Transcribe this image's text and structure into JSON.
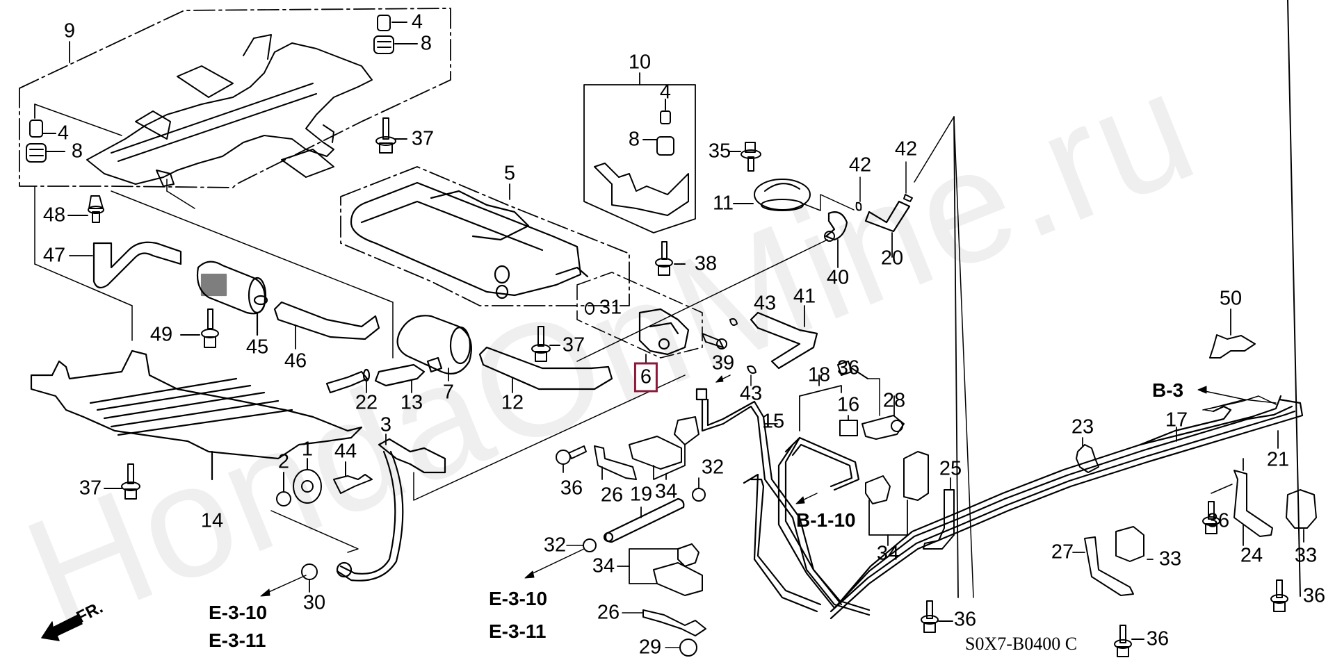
{
  "diagram": {
    "title": "Fuel / Evaporative Emission Canister Parts Diagram",
    "diagram_code": "S0X7-B0400 C",
    "watermark": "HondaOnMine.ru",
    "highlight_color": "#8b1a3a",
    "highlighted_part": "6",
    "front_indicator": "FR.",
    "part_labels": [
      {
        "id": "9",
        "text": "9"
      },
      {
        "id": "4a",
        "text": "4"
      },
      {
        "id": "8a",
        "text": "8"
      },
      {
        "id": "4b",
        "text": "4"
      },
      {
        "id": "8b",
        "text": "8"
      },
      {
        "id": "37a",
        "text": "37"
      },
      {
        "id": "48",
        "text": "48"
      },
      {
        "id": "47",
        "text": "47"
      },
      {
        "id": "49",
        "text": "49"
      },
      {
        "id": "45",
        "text": "45"
      },
      {
        "id": "46",
        "text": "46"
      },
      {
        "id": "5",
        "text": "5"
      },
      {
        "id": "10",
        "text": "10"
      },
      {
        "id": "4c",
        "text": "4"
      },
      {
        "id": "8c",
        "text": "8"
      },
      {
        "id": "35",
        "text": "35"
      },
      {
        "id": "11",
        "text": "11"
      },
      {
        "id": "38",
        "text": "38"
      },
      {
        "id": "42a",
        "text": "42"
      },
      {
        "id": "42b",
        "text": "42"
      },
      {
        "id": "40",
        "text": "40"
      },
      {
        "id": "20",
        "text": "20"
      },
      {
        "id": "31",
        "text": "31"
      },
      {
        "id": "43a",
        "text": "43"
      },
      {
        "id": "41",
        "text": "41"
      },
      {
        "id": "37b",
        "text": "37"
      },
      {
        "id": "39",
        "text": "39"
      },
      {
        "id": "6",
        "text": "6"
      },
      {
        "id": "43b",
        "text": "43"
      },
      {
        "id": "22",
        "text": "22"
      },
      {
        "id": "13",
        "text": "13"
      },
      {
        "id": "7",
        "text": "7"
      },
      {
        "id": "12",
        "text": "12"
      },
      {
        "id": "50",
        "text": "50"
      },
      {
        "id": "36a",
        "text": "36"
      },
      {
        "id": "18",
        "text": "18"
      },
      {
        "id": "16",
        "text": "16"
      },
      {
        "id": "28",
        "text": "28"
      },
      {
        "id": "15",
        "text": "15"
      },
      {
        "id": "3",
        "text": "3"
      },
      {
        "id": "1",
        "text": "1"
      },
      {
        "id": "2",
        "text": "2"
      },
      {
        "id": "44",
        "text": "44"
      },
      {
        "id": "37c",
        "text": "37"
      },
      {
        "id": "14",
        "text": "14"
      },
      {
        "id": "30",
        "text": "30"
      },
      {
        "id": "36b",
        "text": "36"
      },
      {
        "id": "26a",
        "text": "26"
      },
      {
        "id": "19",
        "text": "19"
      },
      {
        "id": "34a",
        "text": "34"
      },
      {
        "id": "32a",
        "text": "32"
      },
      {
        "id": "32b",
        "text": "32"
      },
      {
        "id": "34b",
        "text": "34"
      },
      {
        "id": "26b",
        "text": "26"
      },
      {
        "id": "29",
        "text": "29"
      },
      {
        "id": "34c",
        "text": "34"
      },
      {
        "id": "25",
        "text": "25"
      },
      {
        "id": "23",
        "text": "23"
      },
      {
        "id": "17",
        "text": "17"
      },
      {
        "id": "21",
        "text": "21"
      },
      {
        "id": "36c",
        "text": "36"
      },
      {
        "id": "24",
        "text": "24"
      },
      {
        "id": "33a",
        "text": "33"
      },
      {
        "id": "27",
        "text": "27"
      },
      {
        "id": "33b",
        "text": "33"
      },
      {
        "id": "36d",
        "text": "36"
      },
      {
        "id": "36e",
        "text": "36"
      },
      {
        "id": "36f",
        "text": "36"
      }
    ],
    "references": [
      {
        "id": "e-3-10-left",
        "text": "E-3-10"
      },
      {
        "id": "e-3-11-left",
        "text": "E-3-11"
      },
      {
        "id": "e-3-10-mid",
        "text": "E-3-10"
      },
      {
        "id": "e-3-11-mid",
        "text": "E-3-11"
      },
      {
        "id": "b-1-10",
        "text": "B-1-10"
      },
      {
        "id": "b-3",
        "text": "B-3"
      }
    ]
  }
}
